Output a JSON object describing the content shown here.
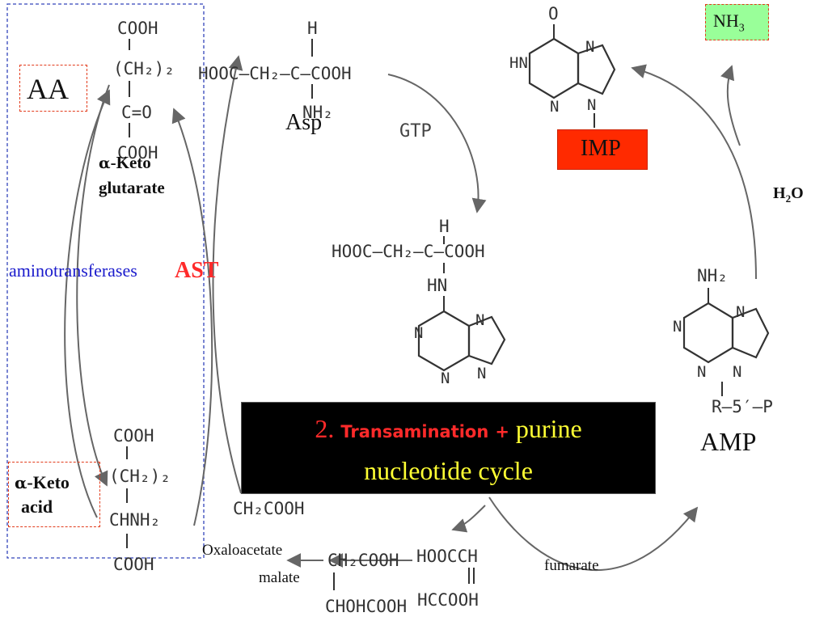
{
  "labels": {
    "aa": "AA",
    "nh3_main": "NH",
    "nh3_sub": "3",
    "asp": "Asp",
    "gtp": "GTP",
    "imp": "IMP",
    "keto_glutarate_line1_prefix": "α",
    "keto_glutarate_line1": "-Keto",
    "keto_glutarate_line2": "glutarate",
    "h2o_h": "H",
    "h2o_sub": "2",
    "h2o_o": "O",
    "aminotransferases": "aminotransferases",
    "ast": "AST",
    "amp": "AMP",
    "keto_acid_line1_prefix": "α",
    "keto_acid_line1": "-Keto",
    "keto_acid_line2": "acid",
    "oxaloacetate": "Oxaloacetate",
    "malate": "malate",
    "fumarate": "fumarate"
  },
  "title_box": {
    "number": "2.",
    "bold_term": "Transamination",
    "plus": "+",
    "rest_line1": "purine",
    "line2": "nucleotide cycle"
  },
  "chem": {
    "ketoglutarate": [
      "COOH",
      "(CH₂)₂",
      "C=O",
      "COOH"
    ],
    "glutamate": [
      "COOH",
      "(CH₂)₂",
      "CHNH₂",
      "COOH"
    ],
    "asp_h": "H",
    "asp_main": "HOOC–CH₂–C–COOH",
    "asp_nh2": "NH₂",
    "adsucc_h": "H",
    "adsucc_main": "HOOC–CH₂–C–COOH",
    "adsucc_hn": "HN",
    "oxalo": "CH₂COOH",
    "malate_top": "CH₂COOH",
    "malate_bottom": "CHOHCOOH",
    "fumarate_top": "HOOCCH",
    "fumarate_bottom": "HCCOOH",
    "imp_o": "O",
    "imp_hn": "HN",
    "ring_n": "N",
    "amp_nh2": "NH₂",
    "amp_r": "R–5′–P"
  },
  "colors": {
    "imp_box": "#ff2a00",
    "nh3_box": "#99ff99",
    "title_bg": "#000000",
    "title_number": "#ff2a2a",
    "title_text": "#ffff33",
    "aminotransferases": "#1a1acc",
    "ast": "#ff2a2a",
    "dashed_red": "#e23b1b",
    "dashed_blue": "#3344bb"
  }
}
